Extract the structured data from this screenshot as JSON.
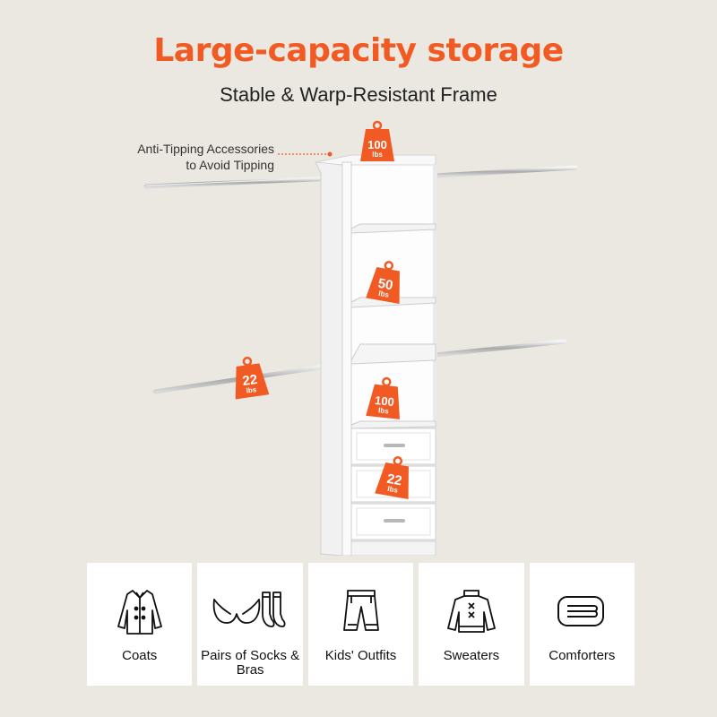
{
  "title": "Large-capacity storage",
  "subtitle": "Stable & Warp-Resistant Frame",
  "annotation": {
    "line1": "Anti-Tipping Accessories",
    "line2": "to Avoid Tipping"
  },
  "colors": {
    "accent": "#f15a22",
    "background": "#ebe8e1",
    "card": "#ffffff"
  },
  "weight_badges": [
    {
      "value": "100",
      "unit": "lbs",
      "where": "top shelf"
    },
    {
      "value": "50",
      "unit": "lbs",
      "where": "middle shelf"
    },
    {
      "value": "22",
      "unit": "lbs",
      "where": "lower hanging rod"
    },
    {
      "value": "100",
      "unit": "lbs",
      "where": "bottom shelf"
    },
    {
      "value": "22",
      "unit": "lbs",
      "where": "drawer"
    }
  ],
  "categories": [
    {
      "label": "Coats",
      "icon": "coat-icon"
    },
    {
      "label": "Pairs of Socks & Bras",
      "icon": "socks-bra-icon"
    },
    {
      "label": "Kids' Outfits",
      "icon": "kids-outfit-icon"
    },
    {
      "label": "Sweaters",
      "icon": "sweater-icon"
    },
    {
      "label": "Comforters",
      "icon": "comforter-icon"
    }
  ]
}
